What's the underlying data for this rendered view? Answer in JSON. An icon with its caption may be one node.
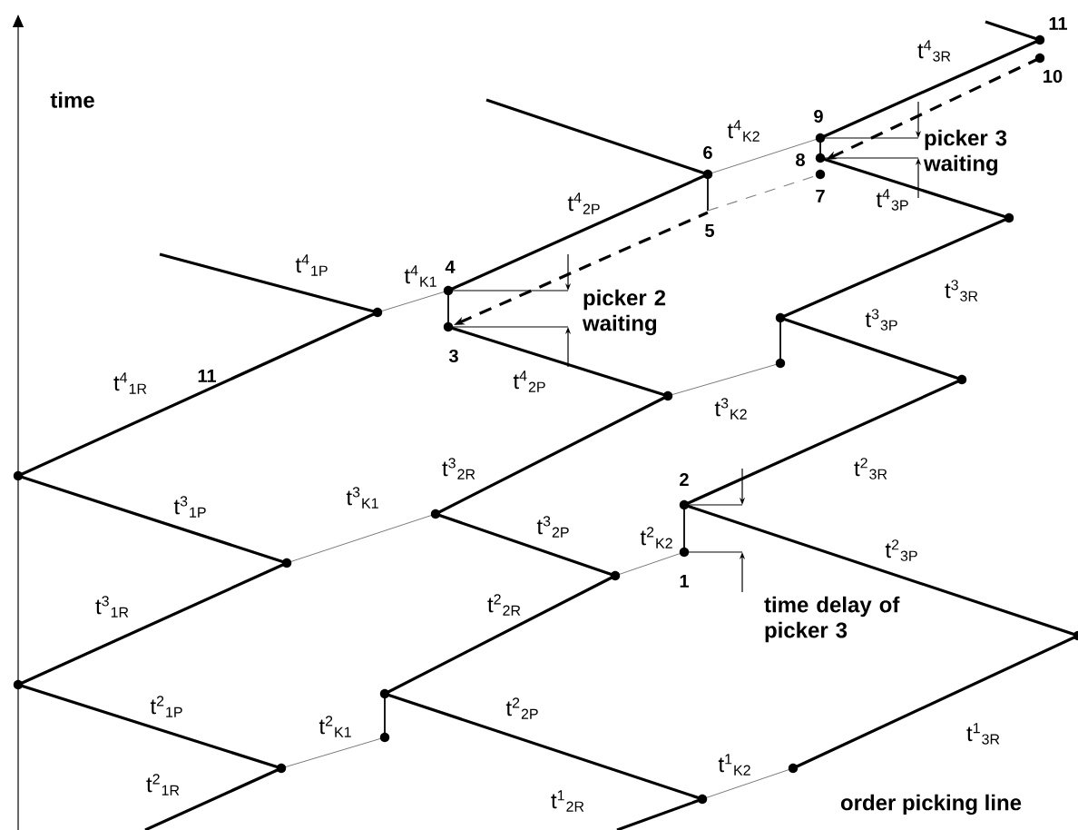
{
  "diagram": {
    "labels": [
      "time",
      "t$^{4}$$_{3R}$",
      "11",
      "10",
      "6",
      "t$^{4}$$_{K2}$",
      "9",
      "8",
      "picker 3 waiting",
      "t$^{4}$$_{2P}$",
      "7",
      "5",
      "t$^{4}$$_{3P}$",
      "t$^{4}$$_{1P}$",
      "t$^{4}$$_{K1}$",
      "4",
      "picker 2 waiting",
      "3",
      "t$^{3}$$_{3R}$",
      "t$^{4}$$_{1R}$",
      "11",
      "t$^{4}$$_{2P}$",
      "t$^{3}$$_{3P}$",
      "t$^{3}$$_{K2}$",
      "t$^{3}$$_{2R}$",
      "t$^{2}$$_{3R}$",
      "2",
      "t$^{3}$$_{1P}$",
      "t$^{3}$$_{K1}$",
      "t$^{3}$$_{2P}$",
      "t$^{2}$$_{K2}$",
      "t$^{2}$$_{3P}$",
      "1",
      "t$^{3}$$_{1R}$",
      "t$^{2}$$_{2R}$",
      "time delay of picker 3",
      "t$^{2}$$_{1P}$",
      "t$^{2}$$_{K1}$",
      "t$^{2}$$_{2P}$",
      "t$^{1}$$_{3R}$",
      "t$^{1}$$_{K2}$",
      "t$^{2}$$_{1R}$",
      "t$^{1}$$_{2R}$",
      "order picking line"
    ]
  }
}
